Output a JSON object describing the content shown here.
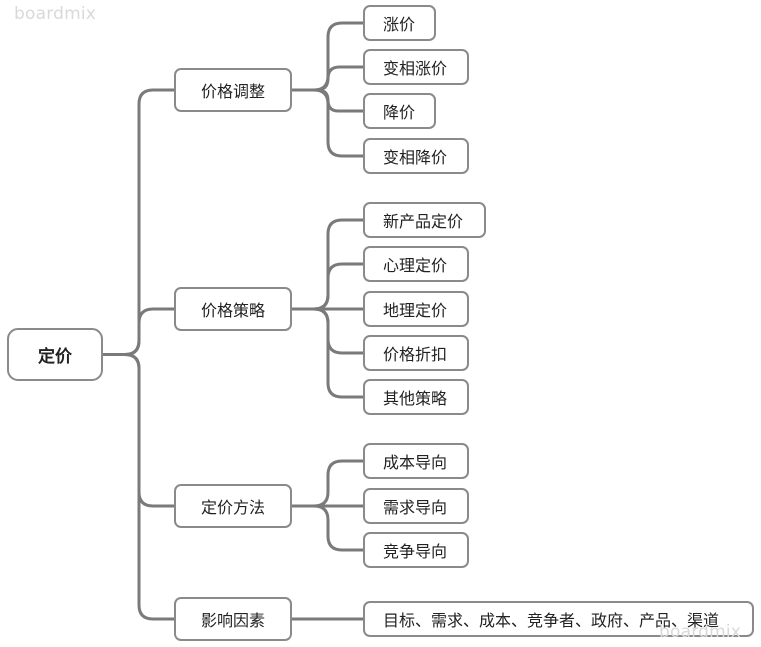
{
  "watermark": "boardmix",
  "center": "定价",
  "branches": [
    {
      "label": "价格调整",
      "children": [
        "涨价",
        "变相涨价",
        "降价",
        "变相降价"
      ]
    },
    {
      "label": "价格策略",
      "children": [
        "新产品定价",
        "心理定价",
        "地理定价",
        "价格折扣",
        "其他策略"
      ]
    },
    {
      "label": "定价方法",
      "children": [
        "成本导向",
        "需求导向",
        "竞争导向"
      ]
    },
    {
      "label": "影响因素",
      "children": [
        "目标、需求、成本、竞争者、政府、产品、渠道"
      ]
    }
  ],
  "colors": {
    "line": "#7a7a7a",
    "border": "#8a8a8a",
    "watermark": "#d9d9d9"
  }
}
